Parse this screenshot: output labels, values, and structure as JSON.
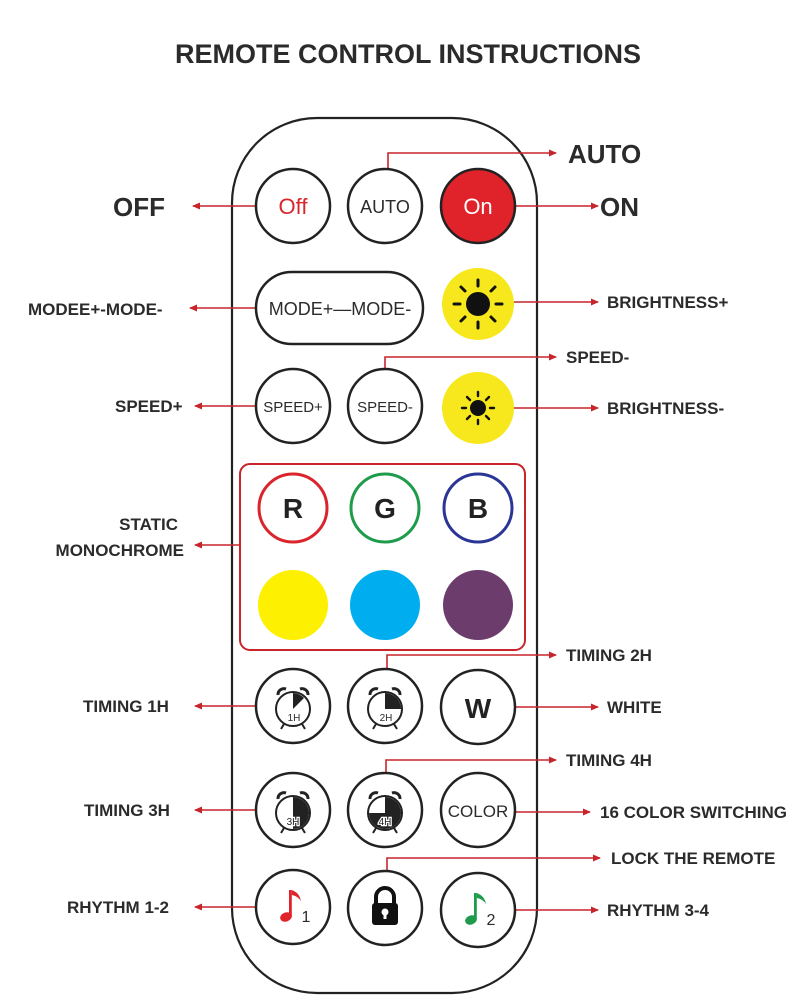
{
  "title": "REMOTE CONTROL INSTRUCTIONS",
  "colors": {
    "arrow": "#c8252b",
    "outline": "#222222",
    "red_button": "#e0232b",
    "sun": "#f6e81c",
    "yellow": "#fdf000",
    "blue": "#00aeef",
    "purple": "#6c3c6c",
    "r_ring": "#d9252b",
    "g_ring": "#1e9b4b",
    "b_ring": "#2b3596",
    "note_red": "#e0232b",
    "note_green": "#1e9b4b"
  },
  "buttons": {
    "off": "Off",
    "auto": "AUTO",
    "on": "On",
    "mode": "MODE+—MODE-",
    "speed_plus": "SPEED+",
    "speed_minus": "SPEED-",
    "r": "R",
    "g": "G",
    "b": "B",
    "white": "W",
    "color": "COLOR",
    "t1": "1H",
    "t2": "2H",
    "t3": "3H",
    "t4": "4H",
    "rhythm1_sub": "1",
    "rhythm2_sub": "2",
    "icons": {
      "brightness_plus": "sun-icon",
      "brightness_minus": "sun-icon",
      "timing": "alarm-clock-icon",
      "lock": "padlock-icon",
      "rhythm": "music-note-icon"
    }
  },
  "labels": {
    "auto": "AUTO",
    "off": "OFF",
    "on": "ON",
    "mode": "MODEE+-MODE-",
    "brightness_plus": "BRIGHTNESS+",
    "speed_minus": "SPEED-",
    "speed_plus": "SPEED+",
    "brightness_minus": "BRIGHTNESS-",
    "static_line1": "STATIC",
    "static_line2": "MONOCHROME",
    "timing_2h": "TIMING 2H",
    "timing_1h": "TIMING 1H",
    "white": "WHITE",
    "timing_4h": "TIMING 4H",
    "timing_3h": "TIMING 3H",
    "color_switch": "16 COLOR SWITCHING",
    "lock": "LOCK THE REMOTE",
    "rhythm_12": "RHYTHM 1-2",
    "rhythm_34": "RHYTHM 3-4"
  }
}
